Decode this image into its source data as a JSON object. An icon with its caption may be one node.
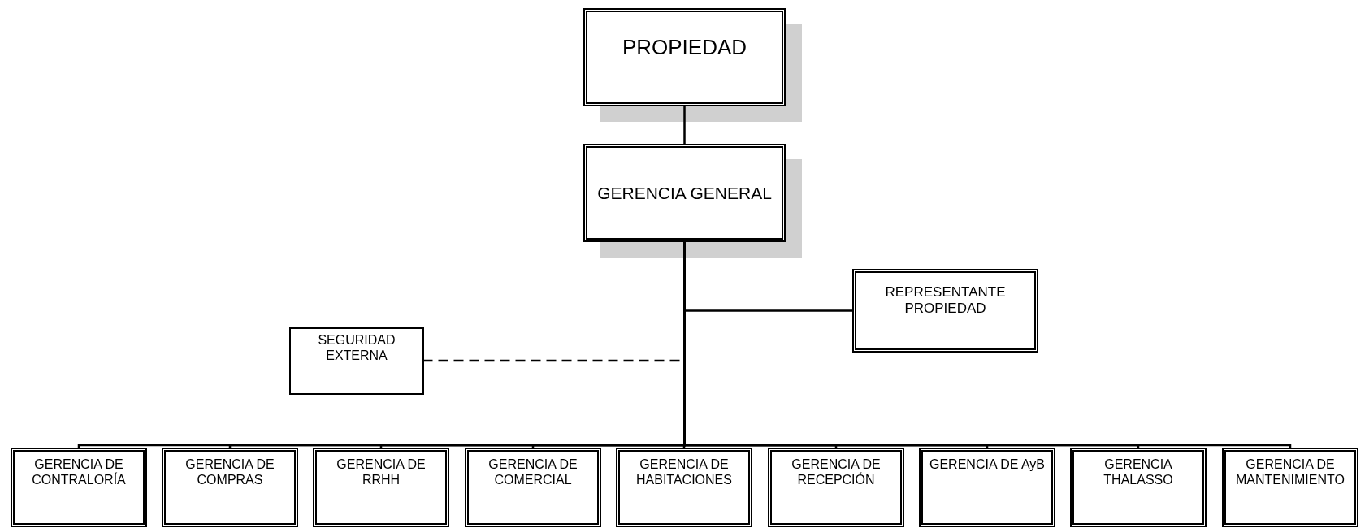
{
  "diagram": {
    "nodes": [
      {
        "text": [
          "PROPIEDAD"
        ]
      },
      {
        "text": [
          "GERENCIA GENERAL"
        ]
      },
      {
        "text": [
          "REPRESENTANTE PROPIEDAD"
        ]
      },
      {
        "text": [
          "SEGURIDAD EXTERNA"
        ]
      },
      {
        "text": [
          "GERENCIA DE CONTRALORÍA"
        ]
      },
      {
        "text": [
          "GERENCIA DE COMPRAS"
        ]
      },
      {
        "text": [
          "GERENCIA DE RRHH"
        ]
      },
      {
        "text": [
          "GERENCIA DE COMERCIAL"
        ]
      },
      {
        "text": [
          "GERENCIA DE HABITACIONES"
        ]
      },
      {
        "text": [
          "GERENCIA DE RECEPCIÓN"
        ]
      },
      {
        "text": [
          "GERENCIA DE AyB"
        ]
      },
      {
        "text": [
          "GERENCIA THALASSO"
        ]
      },
      {
        "text": [
          "GERENCIA DE MANTENIMIENTO"
        ]
      }
    ],
    "edges": [
      {
        "from": 0,
        "to": 1,
        "arrow": "none"
      },
      {
        "from": 1,
        "to": 2,
        "arrow": "none"
      },
      {
        "from": 1,
        "to": 3,
        "arrow": "none",
        "style": "dashed"
      },
      {
        "from": 1,
        "to": 4,
        "arrow": "none"
      },
      {
        "from": 1,
        "to": 5,
        "arrow": "none"
      },
      {
        "from": 1,
        "to": 6,
        "arrow": "none"
      },
      {
        "from": 1,
        "to": 7,
        "arrow": "none"
      },
      {
        "from": 1,
        "to": 8,
        "arrow": "none"
      },
      {
        "from": 1,
        "to": 9,
        "arrow": "none"
      },
      {
        "from": 1,
        "to": 10,
        "arrow": "none"
      },
      {
        "from": 1,
        "to": 11,
        "arrow": "none"
      },
      {
        "from": 1,
        "to": 12,
        "arrow": "none"
      }
    ]
  }
}
